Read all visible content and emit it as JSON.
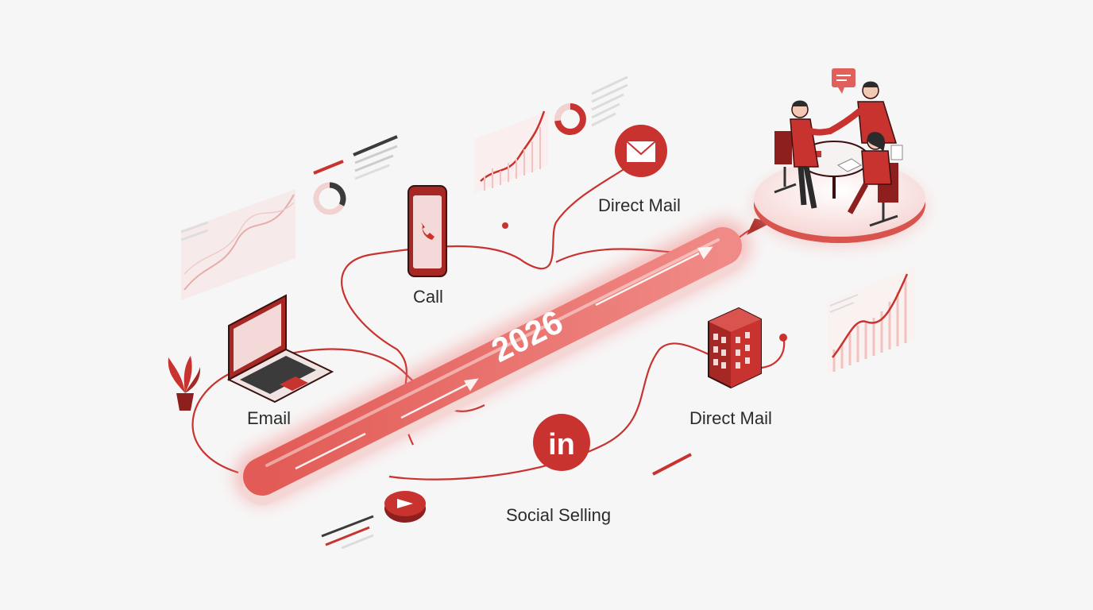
{
  "timeline": {
    "year": "2026"
  },
  "touchpoints": {
    "email": "Email",
    "call": "Call",
    "direct_mail_top": "Direct Mail",
    "direct_mail_bottom": "Direct Mail",
    "social_selling": "Social Selling"
  },
  "icons": {
    "laptop": "laptop-icon",
    "phone": "phone-icon",
    "envelope": "envelope-icon",
    "building": "building-icon",
    "linkedin": "linkedin-icon",
    "play": "play-icon",
    "plant": "plant-icon",
    "meeting": "meeting-icon"
  },
  "colors": {
    "accent": "#c8332f",
    "accent_dark": "#8e1f1f",
    "accent_light": "#f0a9a6",
    "background": "#f7f6f6"
  }
}
